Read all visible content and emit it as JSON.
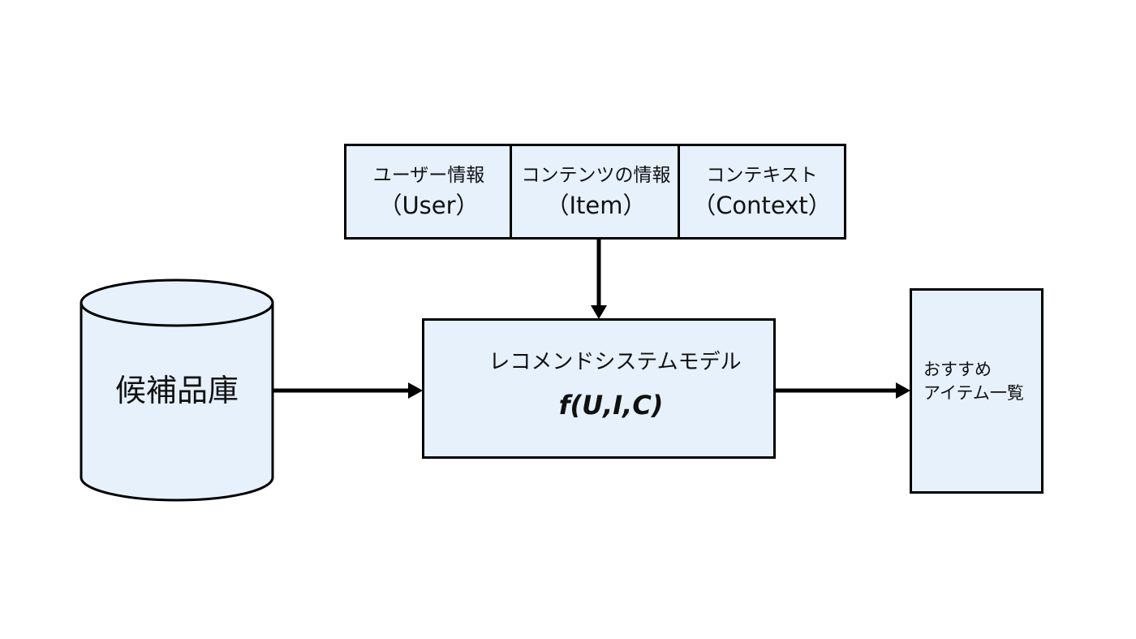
{
  "inputs": {
    "user": {
      "line1": "ユーザー情報",
      "line2": "（User）"
    },
    "item": {
      "line1": "コンテンツの情報",
      "line2": "（Item）"
    },
    "context": {
      "line1": "コンテキスト",
      "line2": "（Context）"
    }
  },
  "database": {
    "label": "候補品庫"
  },
  "model": {
    "title": "レコメンドシステムモデル",
    "formula": "f(U,I,C)"
  },
  "output": {
    "line1": "おすすめ",
    "line2": "アイテム一覧"
  },
  "colors": {
    "box_fill": "#e6f1fc",
    "stroke": "#000000"
  }
}
